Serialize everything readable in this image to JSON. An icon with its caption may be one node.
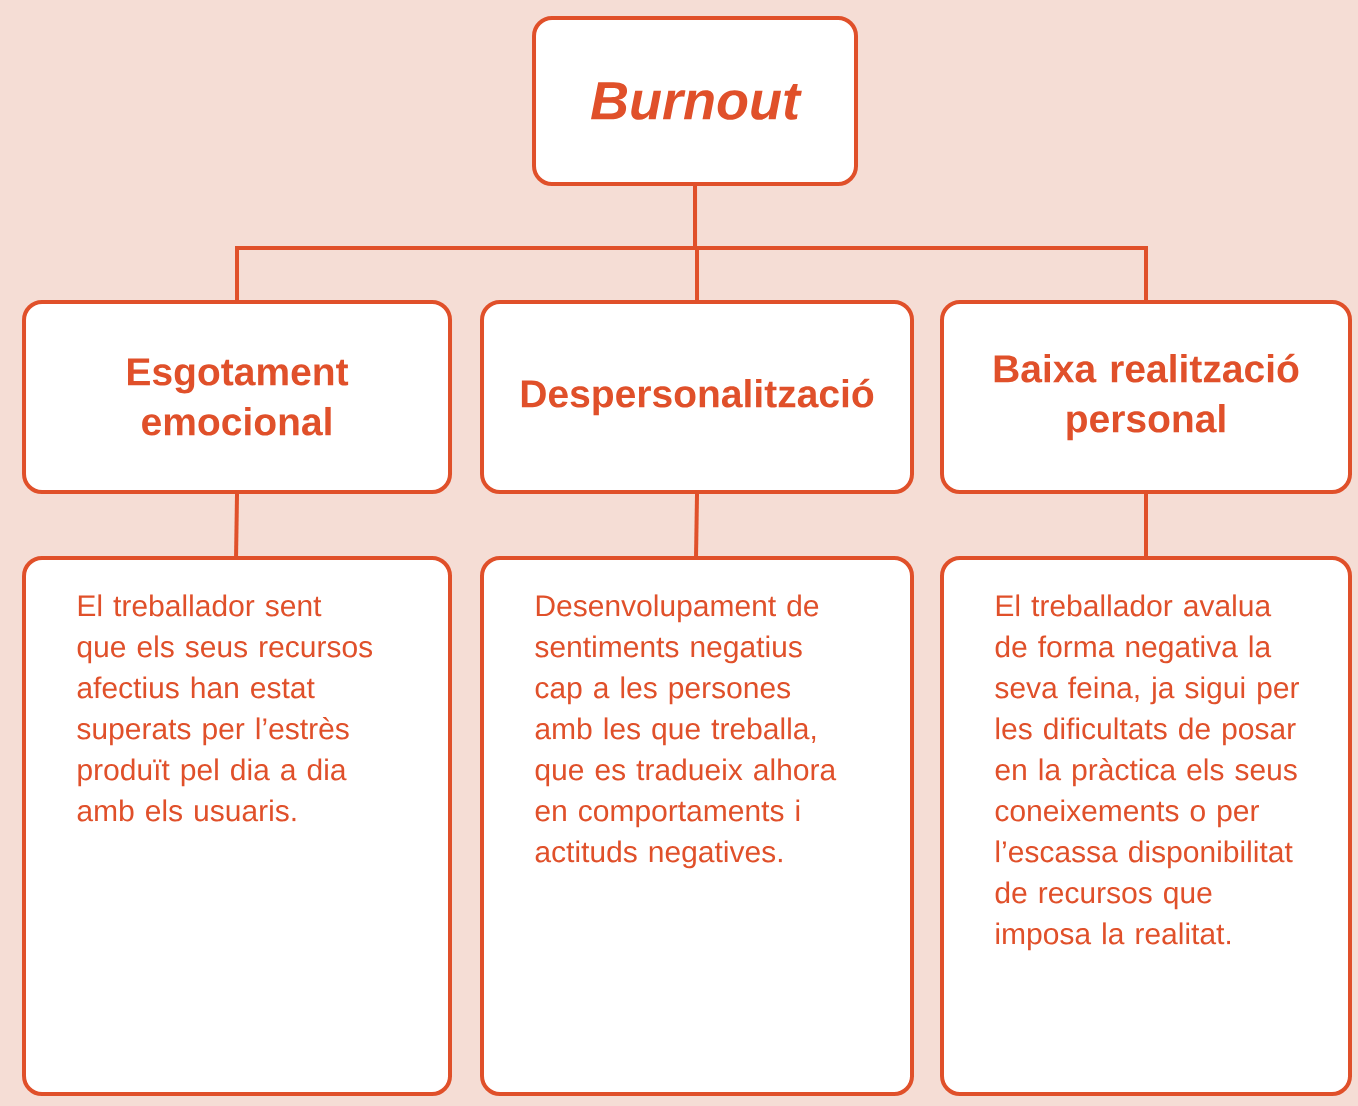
{
  "diagram": {
    "nodes": [
      {
        "text": [
          "Burnout"
        ]
      },
      {
        "text": [
          "Esgotament emocional"
        ]
      },
      {
        "text": [
          "Despersonalització"
        ]
      },
      {
        "text": [
          "Baixa realització personal"
        ]
      },
      {
        "text": [
          "El treballador sent que els seus recursos afectius han estat superats per l’estrès produït pel dia a dia amb els usuaris."
        ]
      },
      {
        "text": [
          "Desenvolupament de sentiments negatius cap a les persones amb les que treballa, que es tradueix alhora en comportaments i actituds negatives."
        ]
      },
      {
        "text": [
          "El treballador avalua de forma negativa la seva feina, ja sigui per les dificultats de posar en la pràctica els seus coneixements o per l’escassa disponibilitat de recursos que imposa la realitat."
        ]
      }
    ],
    "edges": [
      {
        "from": 0,
        "to": 1,
        "arrow": "none"
      },
      {
        "from": 0,
        "to": 2,
        "arrow": "none"
      },
      {
        "from": 0,
        "to": 3,
        "arrow": "none"
      },
      {
        "from": 1,
        "to": 4,
        "arrow": "none"
      },
      {
        "from": 2,
        "to": 5,
        "arrow": "none"
      },
      {
        "from": 3,
        "to": 6,
        "arrow": "none"
      }
    ]
  }
}
